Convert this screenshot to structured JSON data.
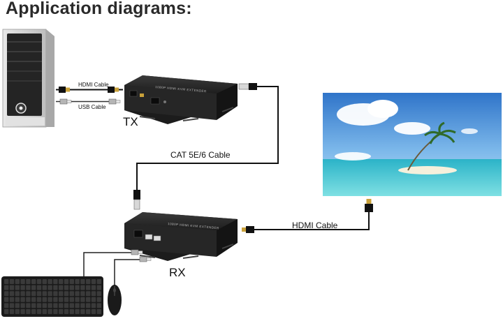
{
  "title": "Application diagrams:",
  "labels": {
    "hdmi_cable_small": "HDMI Cable",
    "usb_cable_small": "USB Cable",
    "tx": "TX",
    "rx": "RX",
    "cat_cable": "CAT 5E/6 Cable",
    "hdmi_cable": "HDMI Cable"
  },
  "colors": {
    "device_body": "#2b2b2b",
    "cable": "#111111",
    "sky": "#3a86d6",
    "sea": "#33c2d0"
  }
}
